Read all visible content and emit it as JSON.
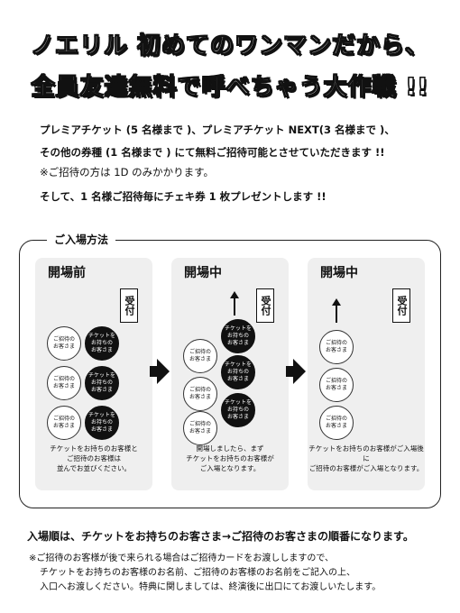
{
  "title": {
    "line1": "ノエリル 初めてのワンマンだから、",
    "line2": "全員友達無料で呼べちゃう大作戦 !!"
  },
  "intro": {
    "line1": "プレミアチケット (5 名様まで )、プレミアチケット NEXT(3 名様まで )、",
    "line2": "その他の券種 (1 名様まで ) にて無料ご招待可能とさせていただきます !!",
    "line3": "※ご招待の方は 1D のみかかります。",
    "line4": "そして、1 名様ご招待毎にチェキ券 1 枚プレゼントします !!"
  },
  "section": {
    "label": "ご入場方法"
  },
  "panels": [
    {
      "title": "開場前",
      "reception": "受付",
      "guest_label": "ご招待の\nお客さま",
      "ticket_label": "チケットを\nお持ちの\nお客さま",
      "caption": "チケットをお持ちのお客様と\nご招待のお客様は\n並んでお並びください。"
    },
    {
      "title": "開場中",
      "reception": "受付",
      "guest_label": "ご招待の\nお客さま",
      "ticket_label": "チケットを\nお持ちの\nお客さま",
      "caption": "開場しましたら、まず\nチケットをお持ちのお客様が\nご入場となります。"
    },
    {
      "title": "開場中",
      "reception": "受付",
      "guest_label": "ご招待の\nお客さま",
      "caption": "チケットをお持ちのお客様がご入場後に\nご招待のお客様がご入場となります。"
    }
  ],
  "footer": {
    "order": "入場順は、チケットをお持ちのお客さま→ご招待のお客さまの順番になります。",
    "note1": "※ご招待のお客様が後で来られる場合はご招待カードをお渡ししますので、",
    "note2": "チケットをお持ちのお客様のお名前、ご招待のお客様のお名前をご記入の上、",
    "note3": "入口へお渡しください。特典に関しましては、終演後に出口にてお渡しいたします。"
  },
  "colors": {
    "panel_bg": "#efefef",
    "ink": "#111111"
  }
}
